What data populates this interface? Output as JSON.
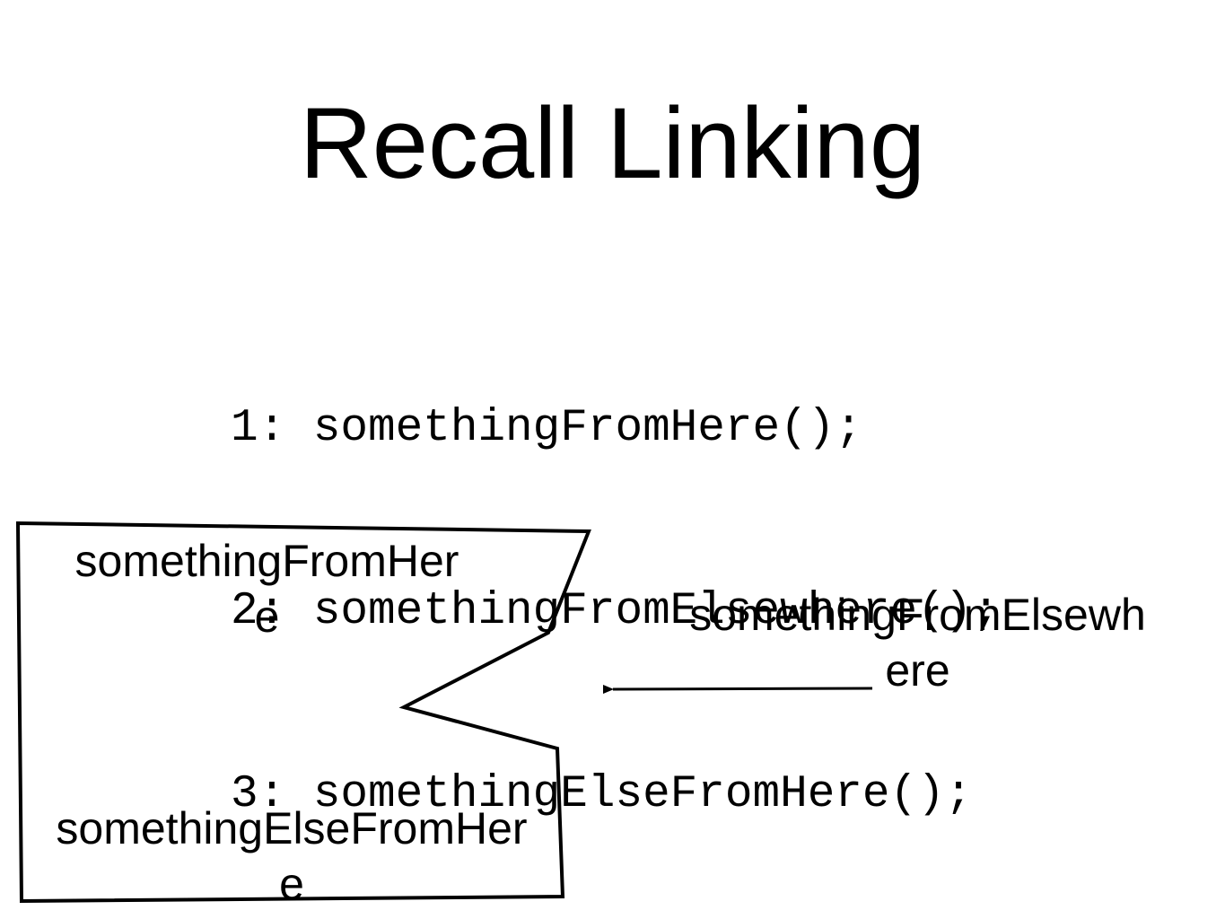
{
  "slide": {
    "title": "Recall Linking",
    "code_lines": [
      "1: somethingFromHere();",
      "2: somethingFromElsewhere();",
      "3: somethingElseFromHere();"
    ]
  },
  "diagram": {
    "local_object_top_label": "somethingFromHer\ne",
    "external_symbol_label": "somethingFromElsewh\nere",
    "local_object_bottom_label": "somethingElseFromHer\ne"
  }
}
